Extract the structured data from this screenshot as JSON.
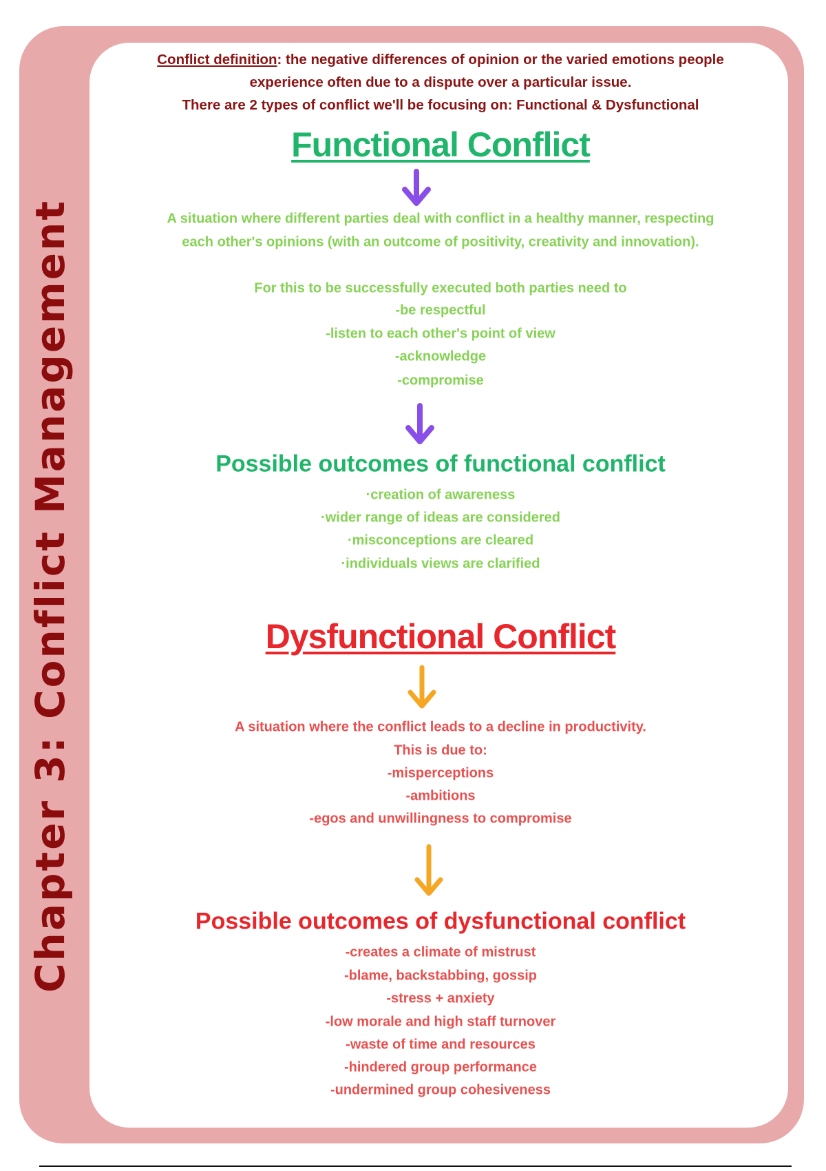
{
  "sidebar_title": "Chapter 3: Conflict Management",
  "definition": {
    "label": "Conflict definition",
    "line1_rest": ": the negative differences of opinion or the varied emotions people",
    "line2": "experience often due to a dispute over a particular issue.",
    "line3": "There are 2 types of conflict we'll be focusing on: Functional & Dysfunctional"
  },
  "functional": {
    "title": "Functional Conflict",
    "description": [
      "A situation where different parties deal with conflict in a healthy manner, respecting",
      "each other's opinions (with an outcome of positivity, creativity and innovation)."
    ],
    "requirements_intro": "For this to be successfully executed both parties need to",
    "requirements": [
      "-be respectful",
      "-listen to each other's point of view",
      "-acknowledge",
      "-compromise"
    ],
    "outcomes_title": "Possible outcomes of functional conflict",
    "outcomes": [
      "·creation of awareness",
      "·wider range of ideas are considered",
      "·misconceptions are cleared",
      "·individuals views are clarified"
    ]
  },
  "dysfunctional": {
    "title": "Dysfunctional Conflict",
    "description": "A situation where the conflict leads to a decline in productivity.",
    "causes_intro": "This is due to:",
    "causes": [
      "-misperceptions",
      "-ambitions",
      "-egos and unwillingness to compromise"
    ],
    "outcomes_title": "Possible outcomes of dysfunctional conflict",
    "outcomes": [
      "-creates a climate of mistrust",
      "-blame, backstabbing, gossip",
      "-stress + anxiety",
      "-low morale and high staff turnover",
      "-waste of time and resources",
      "-hindered group performance",
      "-undermined group cohesiveness"
    ]
  },
  "icons": {
    "arrow": "arrow-down-icon"
  },
  "colors": {
    "frame": "#e8a9ab",
    "dark_red": "#8b0c0c",
    "green": "#1fb56a",
    "light_green": "#86d255",
    "red": "#e8262b",
    "purple": "#8a4ee8",
    "orange": "#f5a623"
  }
}
